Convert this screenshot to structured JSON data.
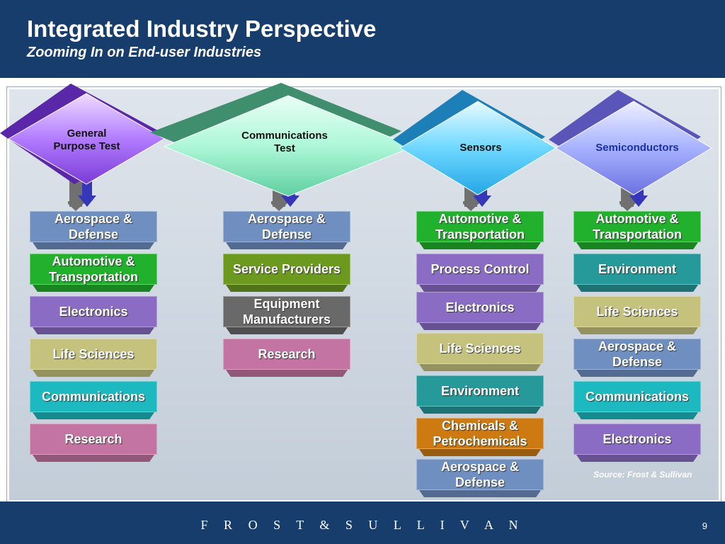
{
  "header": {
    "title": "Integrated Industry Perspective",
    "subtitle": "Zooming In on End-user Industries"
  },
  "columns": [
    {
      "heading": "General Purpose Test",
      "colors": {
        "diamond_light": "#d2a6ff",
        "diamond_dark": "#6a2fc2"
      },
      "items": [
        "Aerospace & Defense",
        "Automotive & Transportation",
        "Electronics",
        "Life Sciences",
        "Communications",
        "Research"
      ]
    },
    {
      "heading": "Communications Test",
      "colors": {
        "diamond_light": "#c9ffe9",
        "diamond_dark": "#49a07a"
      },
      "items": [
        "Aerospace & Defense",
        "Service Providers",
        "Equipment Manufacturers",
        "Research"
      ]
    },
    {
      "heading": "Sensors",
      "colors": {
        "diamond_light": "#aef2ff",
        "diamond_dark": "#1f8fcf"
      },
      "items": [
        "Automotive & Transportation",
        "Process Control",
        "Electronics",
        "Life Sciences",
        "Environment",
        "Chemicals & Petrochemicals",
        "Aerospace & Defense"
      ]
    },
    {
      "heading": "Semiconductors",
      "colors": {
        "diamond_light": "#c7d2ff",
        "diamond_dark": "#6a63c9",
        "text": "#1a2fa8"
      },
      "items": [
        "Automotive & Transportation",
        "Environment",
        "Life Sciences",
        "Aerospace & Defense",
        "Communications",
        "Electronics"
      ]
    }
  ],
  "source": "Source: Frost & Sullivan",
  "footer": {
    "logo": "F R O S T   &   S U L L I V A N",
    "page_number": "9"
  }
}
